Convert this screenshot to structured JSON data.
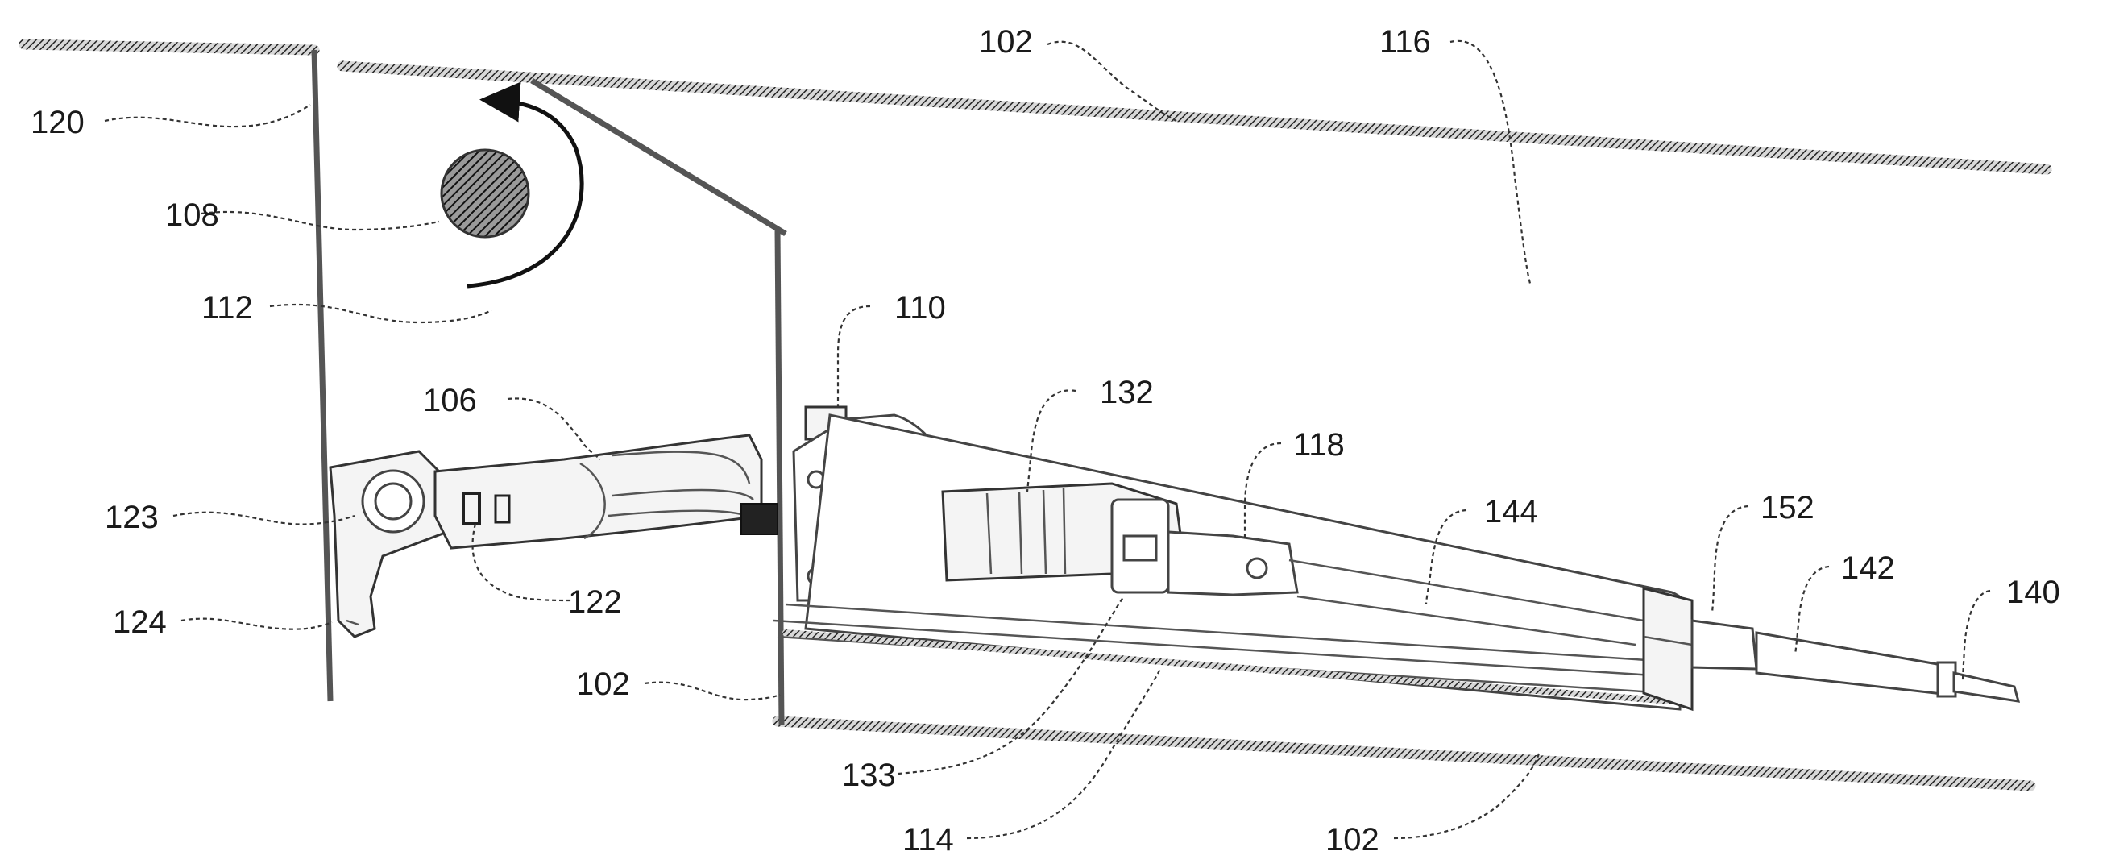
{
  "figure": {
    "labels": {
      "l102_top": "102",
      "l116": "116",
      "l120": "120",
      "l108": "108",
      "l112": "112",
      "l110": "110",
      "l106": "106",
      "l132": "132",
      "l118": "118",
      "l123": "123",
      "l144": "144",
      "l152": "152",
      "l142": "142",
      "l140": "140",
      "l122": "122",
      "l124": "124",
      "l102_mid": "102",
      "l133": "133",
      "l114": "114",
      "l102_bot": "102"
    }
  }
}
